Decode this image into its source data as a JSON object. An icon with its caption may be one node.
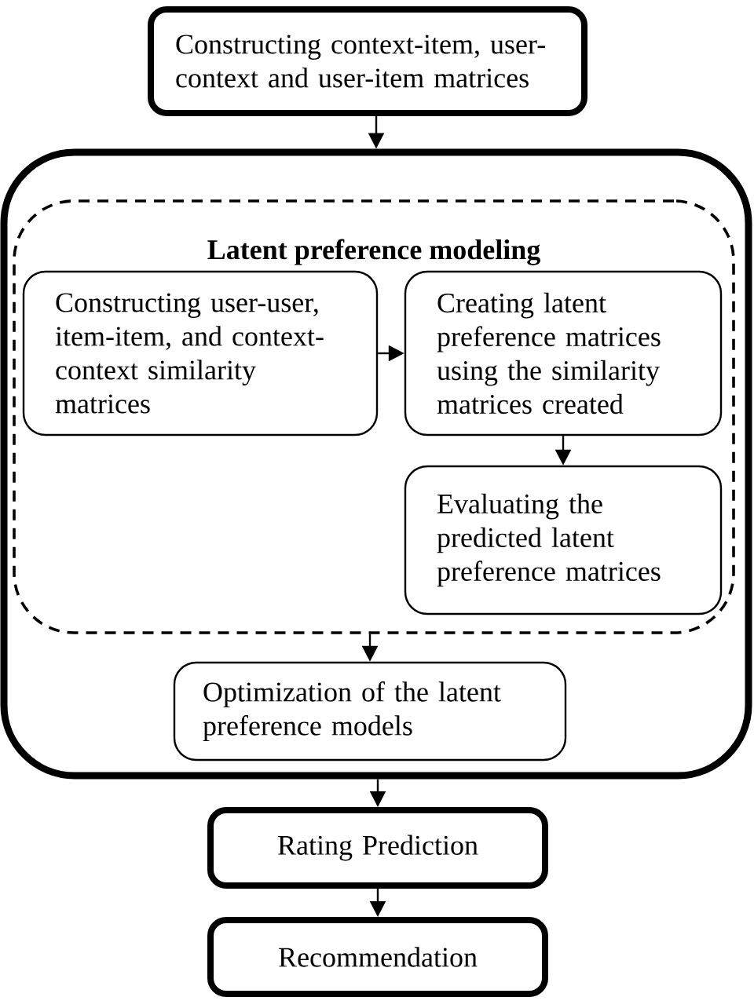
{
  "diagram": {
    "nodes": [
      {
        "text": [
          "Constructing context-item, user-context and user-item matrices"
        ]
      },
      {
        "text": [],
        "shape": "box"
      },
      {
        "text": [
          "Latent preference modeling"
        ],
        "in": 1
      },
      {
        "text": [
          "Constructing user-user, item-item, and context-context similarity matrices"
        ],
        "in": 2
      },
      {
        "text": [
          "Creating latent preference matrices using the similarity matrices created"
        ],
        "in": 2
      },
      {
        "text": [
          "Evaluating the predicted latent preference matrices"
        ],
        "in": 2
      },
      {
        "text": [
          "Optimization of the latent preference models"
        ],
        "in": 1
      },
      {
        "text": [
          "Rating Prediction"
        ]
      },
      {
        "text": [
          "Recommendation"
        ]
      }
    ],
    "edges": [
      {
        "from": 0,
        "to": 1,
        "arrow": "to"
      },
      {
        "from": 3,
        "to": 4,
        "arrow": "to"
      },
      {
        "from": 4,
        "to": 5,
        "arrow": "to"
      },
      {
        "from": 2,
        "to": 6,
        "arrow": "to"
      },
      {
        "from": 1,
        "to": 7,
        "arrow": "to"
      },
      {
        "from": 7,
        "to": 8,
        "arrow": "to"
      }
    ]
  }
}
